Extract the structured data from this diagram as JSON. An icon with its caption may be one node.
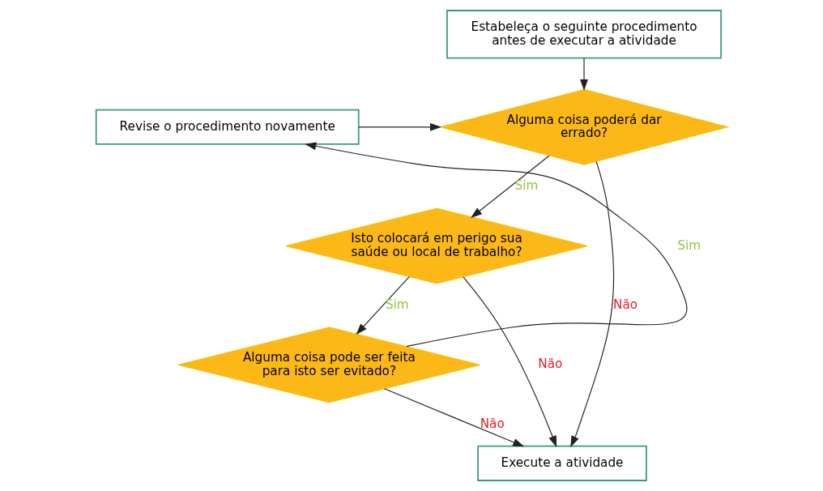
{
  "diagram": {
    "nodes": [
      {
        "text": [
          "Estabeleça o seguinte procedimento antes de executar a atividade"
        ]
      },
      {
        "text": [
          "Revise o procedimento novamente"
        ]
      },
      {
        "text": [
          "Alguma coisa poderá dar errado?"
        ]
      },
      {
        "text": [
          "Isto colocará em perigo sua saúde ou local de trabalho?"
        ]
      },
      {
        "text": [
          "Alguma coisa pode ser feita para isto ser evitado?"
        ]
      },
      {
        "text": [
          "Execute a atividade"
        ]
      }
    ],
    "edges": [
      {
        "from": 0,
        "to": 2,
        "arrow": "to"
      },
      {
        "from": 1,
        "to": 2,
        "arrow": "to"
      },
      {
        "from": 2,
        "to": 3,
        "arrow": "to",
        "label": "Sim"
      },
      {
        "from": 3,
        "to": 4,
        "arrow": "to",
        "label": "Sim"
      },
      {
        "from": 4,
        "to": 1,
        "arrow": "to",
        "label": "Sim"
      },
      {
        "from": 2,
        "to": 5,
        "arrow": "to",
        "label": "Não"
      },
      {
        "from": 3,
        "to": 5,
        "arrow": "to",
        "label": "Não"
      },
      {
        "from": 4,
        "to": 5,
        "arrow": "to",
        "label": "Não"
      }
    ]
  }
}
